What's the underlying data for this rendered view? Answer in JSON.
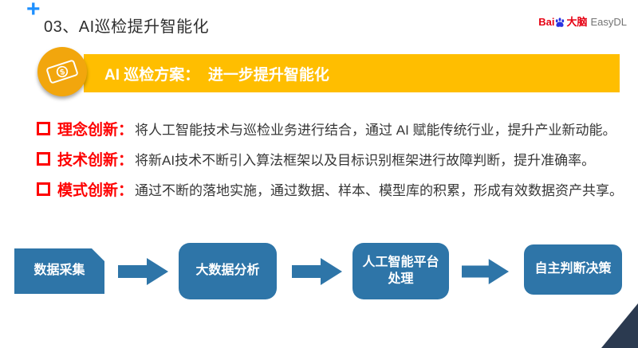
{
  "header": {
    "plus_glyph": "+",
    "title": "03、AI巡检提升智能化"
  },
  "logo": {
    "bai": "Bai",
    "brain": "大脑",
    "easydl": "EasyDL"
  },
  "banner": {
    "text": "AI 巡检方案：  进一步提升智能化",
    "icon": "money-banknote-icon",
    "dollar": "$"
  },
  "bullets": [
    {
      "label": "理念创新：",
      "text": "将人工智能技术与巡检业务进行结合，通过 AI 赋能传统行业，提升产业新动能。"
    },
    {
      "label": "技术创新：",
      "text": "将新AI技术不断引入算法框架以及目标识别框架进行故障判断，提升准确率。"
    },
    {
      "label": "模式创新：",
      "text": "通过不断的落地实施，通过数据、样本、模型库的积累，形成有效数据资产共享。"
    }
  ],
  "flow": {
    "steps": [
      "数据采集",
      "大数据分析",
      "人工智能平台处理",
      "自主判断决策"
    ]
  },
  "colors": {
    "banner_yellow": "#FFBE00",
    "circle_amber": "#F2A60D",
    "accent_red": "#FE0000",
    "flow_blue": "#2E75A8",
    "corner_navy": "#2B3A50",
    "plus_blue": "#1E90FF",
    "baidu_red": "#E60012",
    "baidu_blue": "#2932E1",
    "body_text": "#373737"
  }
}
